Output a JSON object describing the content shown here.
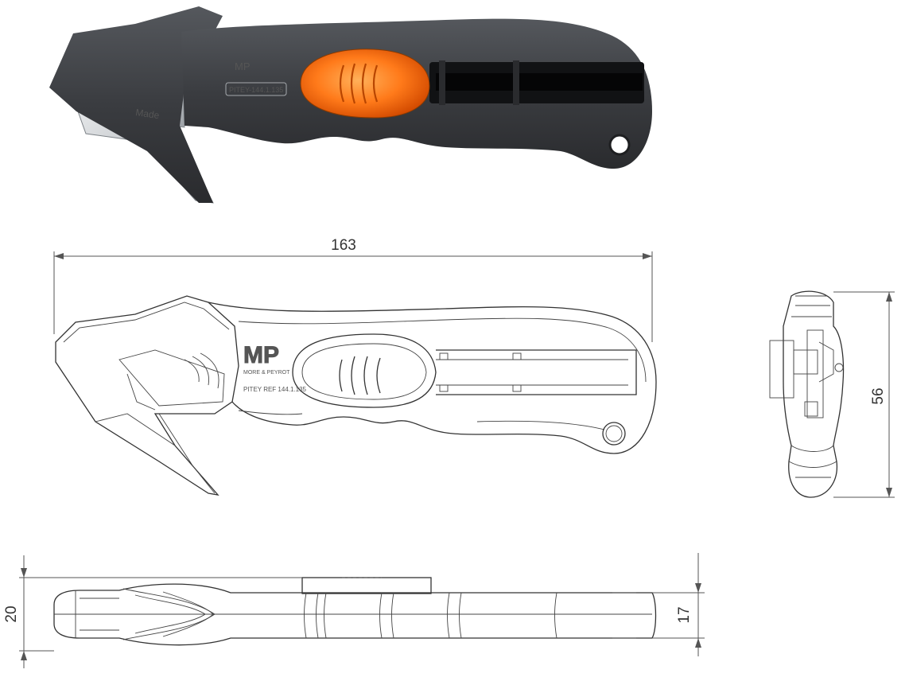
{
  "dimensions": {
    "length": "163",
    "height": "56",
    "width_max": "20",
    "width_body": "17"
  },
  "labels": {
    "logo": "MP",
    "logo_sub": "MORE & PEYROT",
    "reference": "PITEY REF 144.1.135",
    "photo_reference": "PITEY-144.1.135",
    "photo_made": "Made"
  },
  "colors": {
    "body_photo": "#3a3c40",
    "slider_photo": "#ff7a1a",
    "blade": "#bfc3c7",
    "drawing_line": "#333333"
  }
}
